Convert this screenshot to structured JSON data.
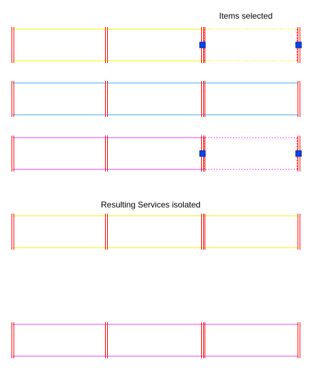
{
  "captions": {
    "items_selected": "Items selected",
    "resulting_isolated": "Resulting Services isolated"
  },
  "colors": {
    "background": "#ffffff",
    "hanger": "#ff0000",
    "grip": "#0044ff",
    "service_yellow": "#f0f000",
    "service_blue": "#3fa9f5",
    "service_magenta": "#e040fb",
    "selection_dash": "#ff2020"
  },
  "groups": [
    {
      "name": "selected-view",
      "runs": [
        {
          "service": "yellow",
          "segments": 3,
          "selected_segment": 3
        },
        {
          "service": "blue",
          "segments": 3,
          "selected_segment": null
        },
        {
          "service": "magenta",
          "segments": 3,
          "selected_segment": 3
        }
      ]
    },
    {
      "name": "isolated-view",
      "runs": [
        {
          "service": "yellow",
          "segments": 3,
          "selected_segment": null
        },
        {
          "service": "magenta",
          "segments": 3,
          "selected_segment": null
        }
      ]
    }
  ]
}
